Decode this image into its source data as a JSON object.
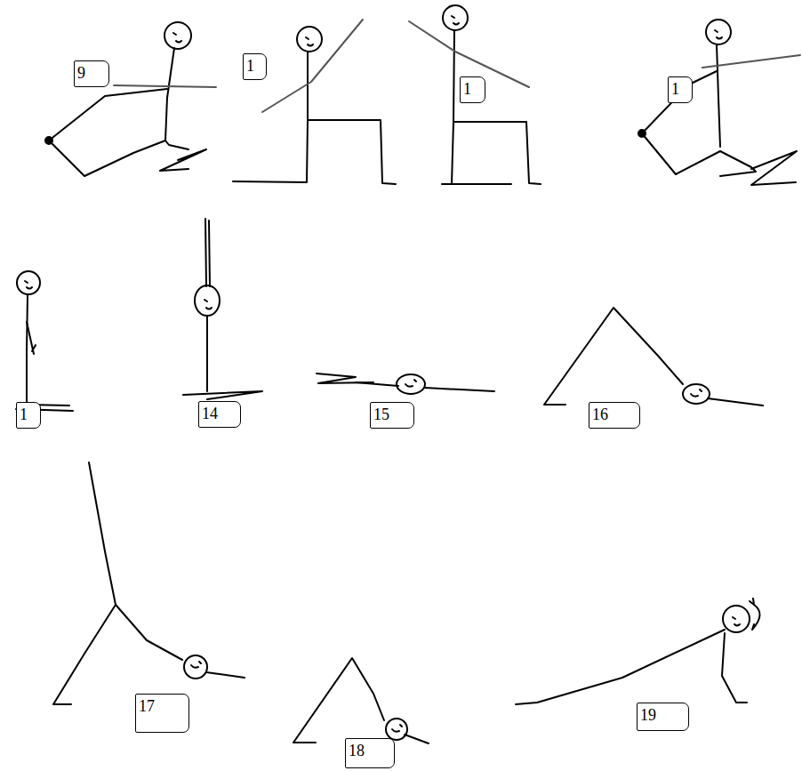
{
  "diagram": {
    "nodes": [
      {
        "text": [
          "9"
        ]
      },
      {
        "text": [
          "1"
        ]
      },
      {
        "text": [
          "1"
        ]
      },
      {
        "text": [
          "1"
        ]
      },
      {
        "text": [
          "1"
        ]
      },
      {
        "text": [
          "14"
        ]
      },
      {
        "text": [
          "15"
        ]
      },
      {
        "text": [
          "16"
        ]
      },
      {
        "text": [
          "17"
        ]
      },
      {
        "text": [
          "18"
        ]
      },
      {
        "text": [
          "19"
        ]
      }
    ]
  }
}
